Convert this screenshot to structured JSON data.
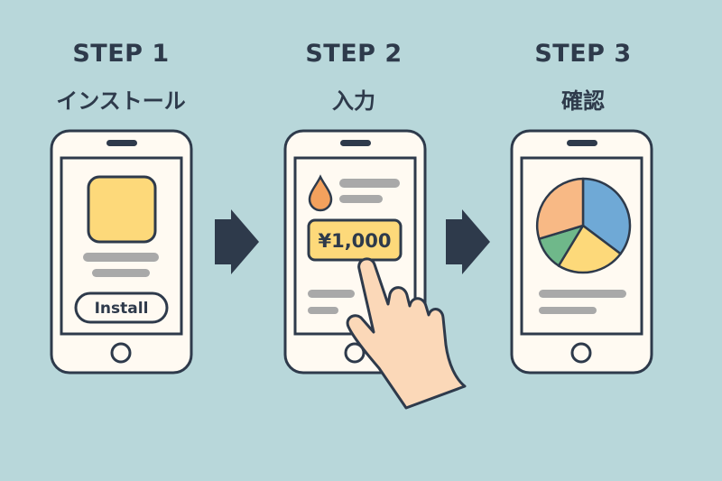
{
  "steps": [
    {
      "label": "STEP 1",
      "title": "インストール",
      "button_label": "Install"
    },
    {
      "label": "STEP 2",
      "title": "入力",
      "amount": "¥1,000"
    },
    {
      "label": "STEP 3",
      "title": "確認"
    }
  ],
  "icons": {
    "phone": "smartphone-icon",
    "arrow": "arrow-right-icon",
    "app": "app-icon",
    "drop": "water-drop-icon",
    "hand": "pointing-hand-icon",
    "chart": "pie-chart-icon"
  },
  "colors": {
    "background": "#b8d7da",
    "outline": "#2e3a4b",
    "screen": "#fffaf2",
    "app_icon": "#fdd97a",
    "drop": "#f3a15d",
    "amount_box": "#fdd97a",
    "skin": "#fbd8b8",
    "pie_orange": "#f8b985",
    "pie_blue": "#6fa9d6",
    "pie_yellow": "#fdd97a",
    "pie_green": "#6fb88a"
  }
}
